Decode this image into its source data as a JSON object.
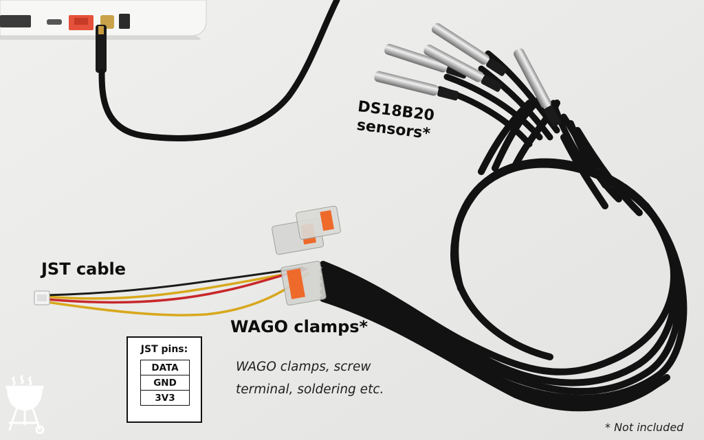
{
  "labels": {
    "jst_cable": "JST cable",
    "wago_clamps": "WAGO clamps*",
    "sensors_line1": "DS18B20",
    "sensors_line2": "sensors*",
    "note_line1": "WAGO clamps, screw",
    "note_line2": "terminal, soldering etc.",
    "not_included": "* Not included"
  },
  "jst_pins": {
    "title": "JST pins:",
    "pins": [
      "DATA",
      "GND",
      "3V3"
    ]
  },
  "icons": {
    "logo": "bbq-grill-icon"
  },
  "colors": {
    "background": "#ececea",
    "cable": "#121212",
    "wire_red": "#c8272b",
    "wire_yellow": "#d8a81c",
    "wire_black": "#1a1a1a",
    "wago_orange": "#ee6a2a",
    "probe_steel": "#c9c9c9"
  }
}
